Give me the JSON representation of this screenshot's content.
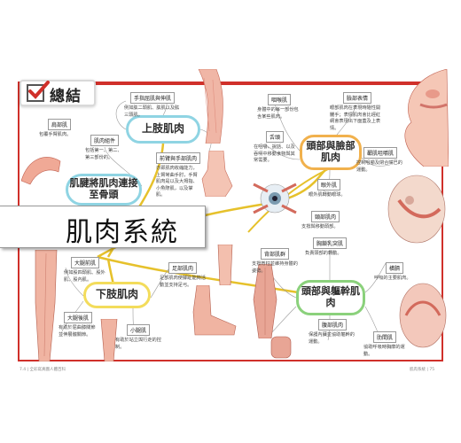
{
  "summary": {
    "title": "總結",
    "check_icon": "check-icon"
  },
  "banner": {
    "title": "肌肉系統"
  },
  "nodes": {
    "upper_limb": "上肢肌肉",
    "tendon": "肌腱將肌肉連接至骨頭",
    "lower_limb": "下肢肌肉",
    "head_face": "頭部與臉部肌肉",
    "head_trunk": "頭部與軀幹肌肉"
  },
  "boxes": {
    "hand_flexor": {
      "label": "手指屈肌與伸肌",
      "desc": "例如肱二頭肌、肱肌以及肱三頭肌。"
    },
    "forearm": {
      "label": "前臂與手部肌肉",
      "desc": "亦即肌肉收縮能力，上臂彎曲手肘，手臂肌肉是以及大拇指、小魚際肌，以及掌肌。"
    },
    "deltoid": {
      "label": "肩部肌",
      "desc": "包覆手臂肌肉。"
    },
    "muscle_fiber": {
      "label": "肌肉組件",
      "desc": "包括第一、第二、第三部份的。"
    },
    "pharynx": {
      "label": "咽喉肌",
      "desc": "身體中的每一部份包含某些肌肉。"
    },
    "face_expr": {
      "label": "臉部表情",
      "desc": "眼部肌肉在表現時隨性開闔手；表情肌肉會比經紅網會表現出下面蓋及上表情。"
    },
    "tongue": {
      "label": "舌頭",
      "desc": "在咀嚼、說話、以及吞嚥中移動食物與其常需要。"
    },
    "eye": {
      "label": "眼外肌",
      "desc": "眼外肌轉動眼球。"
    },
    "jaw": {
      "label": "顳肌咀嚼肌",
      "desc": "控制咀嚼及閉合嘴巴的運動。"
    },
    "neck": {
      "label": "頸部肌肉",
      "desc": "支撐與移動頭部。"
    },
    "sternocleido": {
      "label": "胸鎖乳突肌",
      "desc": "負責頭部的轉動。"
    },
    "trapezius": {
      "label": "背部肌群",
      "desc": "支撐脊柱並維持身體的姿勢。"
    },
    "diaphragm": {
      "label": "橫膈",
      "desc": "呼吸的主要肌肉。"
    },
    "pelvic": {
      "label": "腹部肌肉",
      "desc": "保護內臟並協助軀幹的運動。"
    },
    "intercostal": {
      "label": "肋間肌",
      "desc": "協助呼吸時胸廓的運動。"
    },
    "thigh_front": {
      "label": "大腿前肌",
      "desc": "例如股四頭肌、股外肌、股內肌。"
    },
    "hamstring": {
      "label": "大腿後肌",
      "desc": "有助於屈曲膝關節並伸展髖關節。"
    },
    "calf": {
      "label": "小腿肌",
      "desc": "有助於站立與行走的控制。"
    },
    "foot": {
      "label": "足部肌肉",
      "desc": "足部肌肉使腳趾能夠活動並支持足弓。"
    }
  },
  "footer": {
    "left": "7.4 | 全彩寫真圖人體百科",
    "right": "肌肉系統 | 75"
  },
  "colors": {
    "frame": "#d0302a",
    "link": "#e6c12b",
    "upper": "#8fd4e3",
    "lower": "#f3dc5b",
    "head": "#f1b14d",
    "trunk": "#8bd17c"
  }
}
